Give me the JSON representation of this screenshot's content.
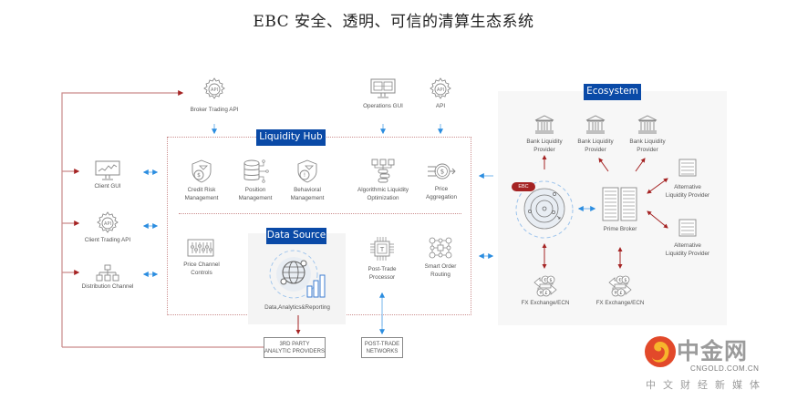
{
  "title": "EBC 安全、透明、可信的清算生态系统",
  "colors": {
    "badge_blue": "#0a4aa7",
    "connector_red": "#a52323",
    "arrow_blue": "#2b8de0",
    "dotted_border": "#cc8f8f",
    "panel_gray": "#f7f7f7",
    "icon_gray": "#777777"
  },
  "top_inputs": [
    {
      "label": "Broker Trading API",
      "icon": "api-gear-icon"
    },
    {
      "label": "Operations GUI",
      "icon": "monitor-icon"
    },
    {
      "label": "API",
      "icon": "api-gear-icon"
    }
  ],
  "clients": [
    {
      "label": "Client GUI",
      "icon": "chart-monitor-icon"
    },
    {
      "label": "Client Trading API",
      "icon": "api-gear-icon"
    },
    {
      "label": "Distribution Channel",
      "icon": "org-chart-icon"
    }
  ],
  "liquidity_hub": {
    "title": "Liquidity Hub",
    "modules": [
      {
        "label": "Credit Risk\nManagement",
        "icon": "shield-dollar-icon"
      },
      {
        "label": "Position\nManagement",
        "icon": "database-icon"
      },
      {
        "label": "Behavioral\nManagement",
        "icon": "shield-alert-icon"
      },
      {
        "label": "Algorithmic Liquidity\nOptimization",
        "icon": "algorithm-icon"
      },
      {
        "label": "Price\nAggregation",
        "icon": "price-aggregation-icon"
      }
    ],
    "lower_modules": [
      {
        "label": "Price Channel\nControls",
        "icon": "sliders-icon"
      },
      {
        "label": "Post-Trade\nProcessor",
        "icon": "chip-icon"
      },
      {
        "label": "Smart Order\nRouting",
        "icon": "routing-icon"
      }
    ]
  },
  "data_source": {
    "title": "Data Source",
    "label": "Data,Analytics&Reporting",
    "icon": "globe-analytics-icon"
  },
  "external_boxes": [
    {
      "label": "3RD PARTY\nANALYTIC PROVIDERS"
    },
    {
      "label": "POST-TRADE\nNETWORKS"
    }
  ],
  "ecosystem": {
    "title": "Ecosystem",
    "ebc_tag": "EBC",
    "banks": [
      {
        "label": "Bank Liquidity\nProvider"
      },
      {
        "label": "Bank Liquidity\nProvider"
      },
      {
        "label": "Bank Liquidity\nProvider"
      }
    ],
    "prime_broker": "Prime Broker",
    "alternatives": [
      {
        "label": "Alternative\nLiquidity Provider"
      },
      {
        "label": "Alternative\nLiquidity Provider"
      }
    ],
    "fx": [
      {
        "label": "FX Exchange/ECN"
      },
      {
        "label": "FX Exchange/ECN"
      }
    ]
  },
  "watermark": {
    "name": "中金网",
    "domain": "CNGOLD.COM.CN",
    "slogan": "中文财经新媒体"
  }
}
